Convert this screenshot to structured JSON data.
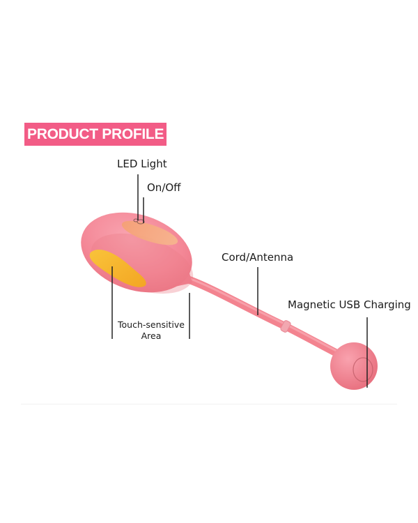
{
  "header": {
    "badge_text": "PRODUCT PROFILE",
    "badge_color": "#f25c86"
  },
  "callouts": {
    "led_light": "LED Light",
    "on_off": "On/Off",
    "cord_antenna": "Cord/Antenna",
    "usb_charging": "Magnetic USB Charging",
    "touch_area_line1": "Touch-sensitive",
    "touch_area_line2": "Area"
  },
  "colors": {
    "body_pink": "#f48a9a",
    "touch_yellow": "#f7b62d",
    "callout_line": "#222222"
  }
}
